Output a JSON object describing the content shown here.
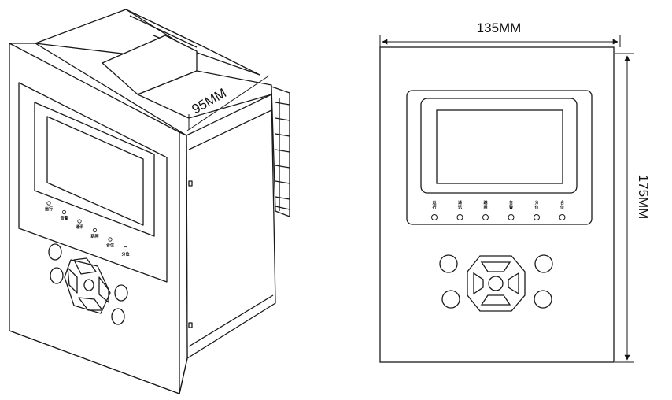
{
  "dimensions": {
    "width_label": "135MM",
    "height_label": "175MM",
    "depth_label": "95MM"
  },
  "front_view": {
    "indicators": [
      {
        "label": "运行"
      },
      {
        "label": "通讯"
      },
      {
        "label": "跳闸"
      },
      {
        "label": "告警"
      },
      {
        "label": "分位"
      },
      {
        "label": "合位"
      }
    ]
  },
  "iso_view": {
    "indicators": [
      {
        "label": "运行"
      },
      {
        "label": "告警"
      },
      {
        "label": "通讯"
      },
      {
        "label": "跳闸"
      },
      {
        "label": "合位"
      },
      {
        "label": "分位"
      }
    ]
  },
  "colors": {
    "line": "#1a1a1a",
    "background": "#ffffff"
  }
}
